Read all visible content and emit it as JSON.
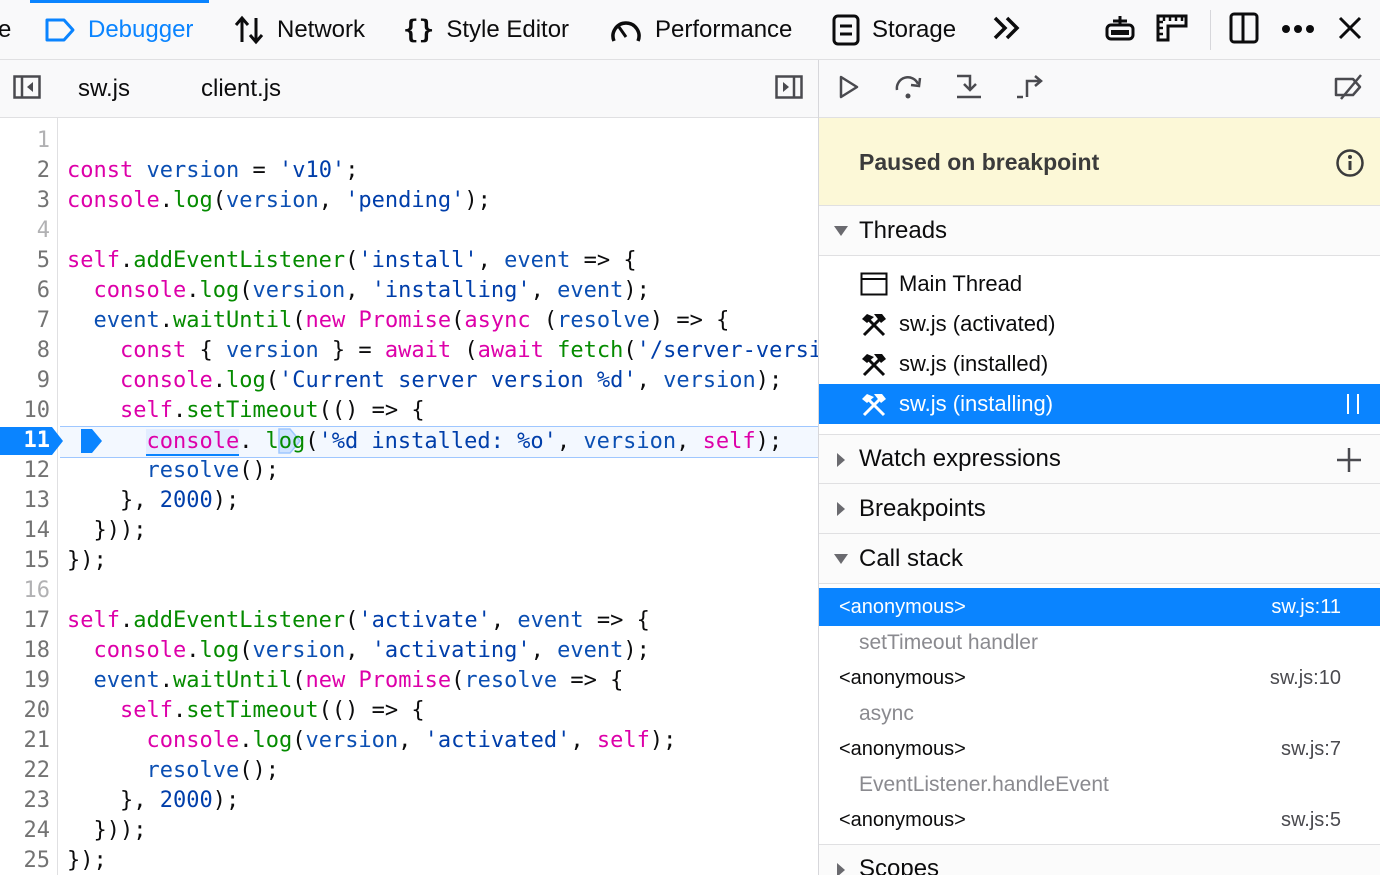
{
  "toolbar": {
    "partial_tab_label": "e",
    "tabs": [
      {
        "label": "Debugger",
        "icon": "debugger-icon"
      },
      {
        "label": "Network",
        "icon": "network-arrows-icon"
      },
      {
        "label": "Style Editor",
        "icon": "braces-icon"
      },
      {
        "label": "Performance",
        "icon": "gauge-icon"
      },
      {
        "label": "Storage",
        "icon": "storage-icon"
      }
    ],
    "more_icon": "chevrons-right-icon",
    "right_icons": [
      "responsive-icon",
      "ruler-icon",
      "dock-side-icon",
      "more-dots-icon",
      "close-icon"
    ],
    "accent_color": "#0a84ff"
  },
  "sources": {
    "tabs": [
      {
        "label": "sw.js"
      },
      {
        "label": "client.js"
      }
    ]
  },
  "editor": {
    "paused_line": 11,
    "lines": [
      {
        "n": "1"
      },
      {
        "n": "2"
      },
      {
        "n": "3"
      },
      {
        "n": "4"
      },
      {
        "n": "5"
      },
      {
        "n": "6"
      },
      {
        "n": "7"
      },
      {
        "n": "8"
      },
      {
        "n": "9"
      },
      {
        "n": "10"
      },
      {
        "n": "11"
      },
      {
        "n": "12"
      },
      {
        "n": "13"
      },
      {
        "n": "14"
      },
      {
        "n": "15"
      },
      {
        "n": "16"
      },
      {
        "n": "17"
      },
      {
        "n": "18"
      },
      {
        "n": "19"
      },
      {
        "n": "20"
      },
      {
        "n": "21"
      },
      {
        "n": "22"
      },
      {
        "n": "23"
      },
      {
        "n": "24"
      },
      {
        "n": "25"
      }
    ],
    "code": {
      "l2": [
        "const",
        " ",
        "version",
        " = ",
        "'v10'",
        ";"
      ],
      "l3": [
        "console",
        ".",
        "log",
        "(",
        "version",
        ", ",
        "'pending'",
        ");"
      ],
      "l5": [
        "self",
        ".",
        "addEventListener",
        "(",
        "'install'",
        ", ",
        "event",
        " => {"
      ],
      "l6": [
        "  ",
        "console",
        ".",
        "log",
        "(",
        "version",
        ", ",
        "'installing'",
        ", ",
        "event",
        ");"
      ],
      "l7": [
        "  ",
        "event",
        ".",
        "waitUntil",
        "(",
        "new",
        " ",
        "Promise",
        "(",
        "async",
        " (",
        "resolve",
        ") => {"
      ],
      "l8": [
        "    ",
        "const",
        " { ",
        "version",
        " } = ",
        "await",
        " (",
        "await",
        " ",
        "fetch",
        "(",
        "'/server-versi"
      ],
      "l9": [
        "    ",
        "console",
        ".",
        "log",
        "(",
        "'Current server version %d'",
        ", ",
        "version",
        ");"
      ],
      "l10": [
        "    ",
        "self",
        ".",
        "setTimeout",
        "(() => {"
      ],
      "l11": [
        "      ",
        "console",
        ".",
        "log",
        "(",
        "'%d installed: %o'",
        ", ",
        "version",
        ", ",
        "self",
        ");"
      ],
      "l12": [
        "      ",
        "resolve",
        "();"
      ],
      "l13": [
        "    }, ",
        "2000",
        ");"
      ],
      "l14": [
        "  }));"
      ],
      "l15": [
        "});"
      ],
      "l17": [
        "self",
        ".",
        "addEventListener",
        "(",
        "'activate'",
        ", ",
        "event",
        " => {"
      ],
      "l18": [
        "  ",
        "console",
        ".",
        "log",
        "(",
        "version",
        ", ",
        "'activating'",
        ", ",
        "event",
        ");"
      ],
      "l19": [
        "  ",
        "event",
        ".",
        "waitUntil",
        "(",
        "new",
        " ",
        "Promise",
        "(",
        "resolve",
        " => {"
      ],
      "l20": [
        "    ",
        "self",
        ".",
        "setTimeout",
        "(() => {"
      ],
      "l21": [
        "      ",
        "console",
        ".",
        "log",
        "(",
        "version",
        ", ",
        "'activated'",
        ", ",
        "self",
        ");"
      ],
      "l22": [
        "      ",
        "resolve",
        "();"
      ],
      "l23": [
        "    }, ",
        "2000",
        ");"
      ],
      "l24": [
        "  }));"
      ],
      "l25": [
        "});"
      ]
    }
  },
  "right_panel": {
    "paused_message": "Paused on breakpoint",
    "threads_title": "Threads",
    "threads": [
      {
        "label": "Main Thread",
        "icon": "window-icon"
      },
      {
        "label": "sw.js (activated)",
        "icon": "worker-tools-icon"
      },
      {
        "label": "sw.js (installed)",
        "icon": "worker-tools-icon"
      },
      {
        "label": "sw.js (installing)",
        "icon": "worker-tools-icon",
        "selected": true
      }
    ],
    "watch_title": "Watch expressions",
    "breakpoints_title": "Breakpoints",
    "callstack_title": "Call stack",
    "frames": [
      {
        "name": "<anonymous>",
        "loc": "sw.js:11",
        "selected": true
      },
      {
        "group": "setTimeout handler"
      },
      {
        "name": "<anonymous>",
        "loc": "sw.js:10"
      },
      {
        "group": "async"
      },
      {
        "name": "<anonymous>",
        "loc": "sw.js:7"
      },
      {
        "group": "EventListener.handleEvent"
      },
      {
        "name": "<anonymous>",
        "loc": "sw.js:5"
      }
    ],
    "scopes_title": "Scopes"
  }
}
